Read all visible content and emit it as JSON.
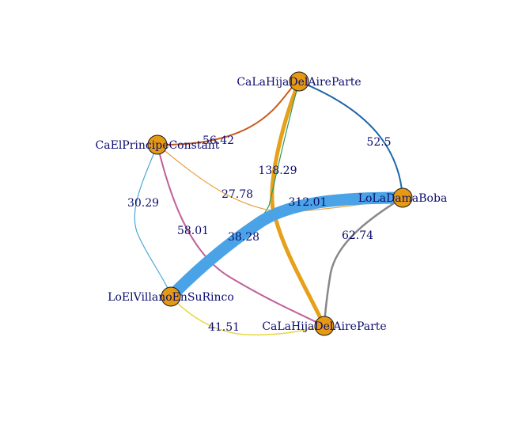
{
  "colors": {
    "background": "#ffffff",
    "node_fill": "#e69a12",
    "node_stroke": "#1a1a1a",
    "label": "#0b0b6e"
  },
  "nodes": [
    {
      "id": "n1",
      "label": "CaLaHijaDelAireParte"
    },
    {
      "id": "n2",
      "label": "CaElPrincipeConstant"
    },
    {
      "id": "n3",
      "label": "LoLaDamaBoba"
    },
    {
      "id": "n4",
      "label": "LoElVillanoEnSuRinco"
    },
    {
      "id": "n5",
      "label": "CaLaHijaDelAireParte"
    }
  ],
  "edges": [
    {
      "id": "e1",
      "from": "n2",
      "to": "n1",
      "weight": "56.42",
      "color": "#c85a1a",
      "width": 2
    },
    {
      "id": "e2",
      "from": "n1",
      "to": "n3",
      "weight": "52.5",
      "color": "#1a64a8",
      "width": 2
    },
    {
      "id": "e3",
      "from": "n1",
      "to": "n5",
      "weight": "138.29",
      "color": "#e6a01a",
      "width": 5
    },
    {
      "id": "e4",
      "from": "n1",
      "to": "n4",
      "weight": "38.28",
      "color": "#2a9a5a",
      "width": 1.2
    },
    {
      "id": "e5",
      "from": "n2",
      "to": "n3",
      "weight": "27.78",
      "color": "#e6a040",
      "width": 1.2
    },
    {
      "id": "e6",
      "from": "n2",
      "to": "n4",
      "weight": "30.29",
      "color": "#4aa8d8",
      "width": 1.2
    },
    {
      "id": "e7",
      "from": "n2",
      "to": "n5",
      "weight": "58.01",
      "color": "#c0609a",
      "width": 2
    },
    {
      "id": "e8",
      "from": "n4",
      "to": "n3",
      "weight": "312.01",
      "color": "#4aa3e6",
      "width": 15
    },
    {
      "id": "e9",
      "from": "n3",
      "to": "n5",
      "weight": "62.74",
      "color": "#888888",
      "width": 2.5
    },
    {
      "id": "e10",
      "from": "n4",
      "to": "n5",
      "weight": "41.51",
      "color": "#e6d640",
      "width": 1.5
    }
  ]
}
